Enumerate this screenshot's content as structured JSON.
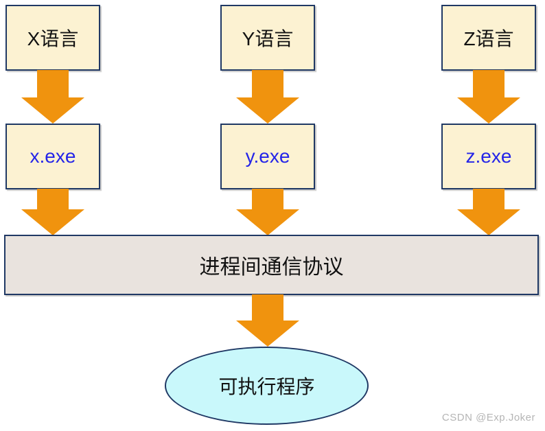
{
  "diagram": {
    "columns": [
      {
        "source_label": "X语言",
        "target_label": "x.exe"
      },
      {
        "source_label": "Y语言",
        "target_label": "y.exe"
      },
      {
        "source_label": "Z语言",
        "target_label": "z.exe"
      }
    ],
    "protocol_bar_label": "进程间通信协议",
    "result_label": "可执行程序",
    "colors": {
      "canvas_bg": "#FFFFFF",
      "box_fill": "#FCF2D2",
      "box_border": "#1F3864",
      "arrow": "#F0930E",
      "bar_fill": "#E9E3DE",
      "ellipse_fill": "#C9F8FB",
      "exe_text": "#2424E8"
    }
  },
  "watermark": "CSDN @Exp.Joker"
}
